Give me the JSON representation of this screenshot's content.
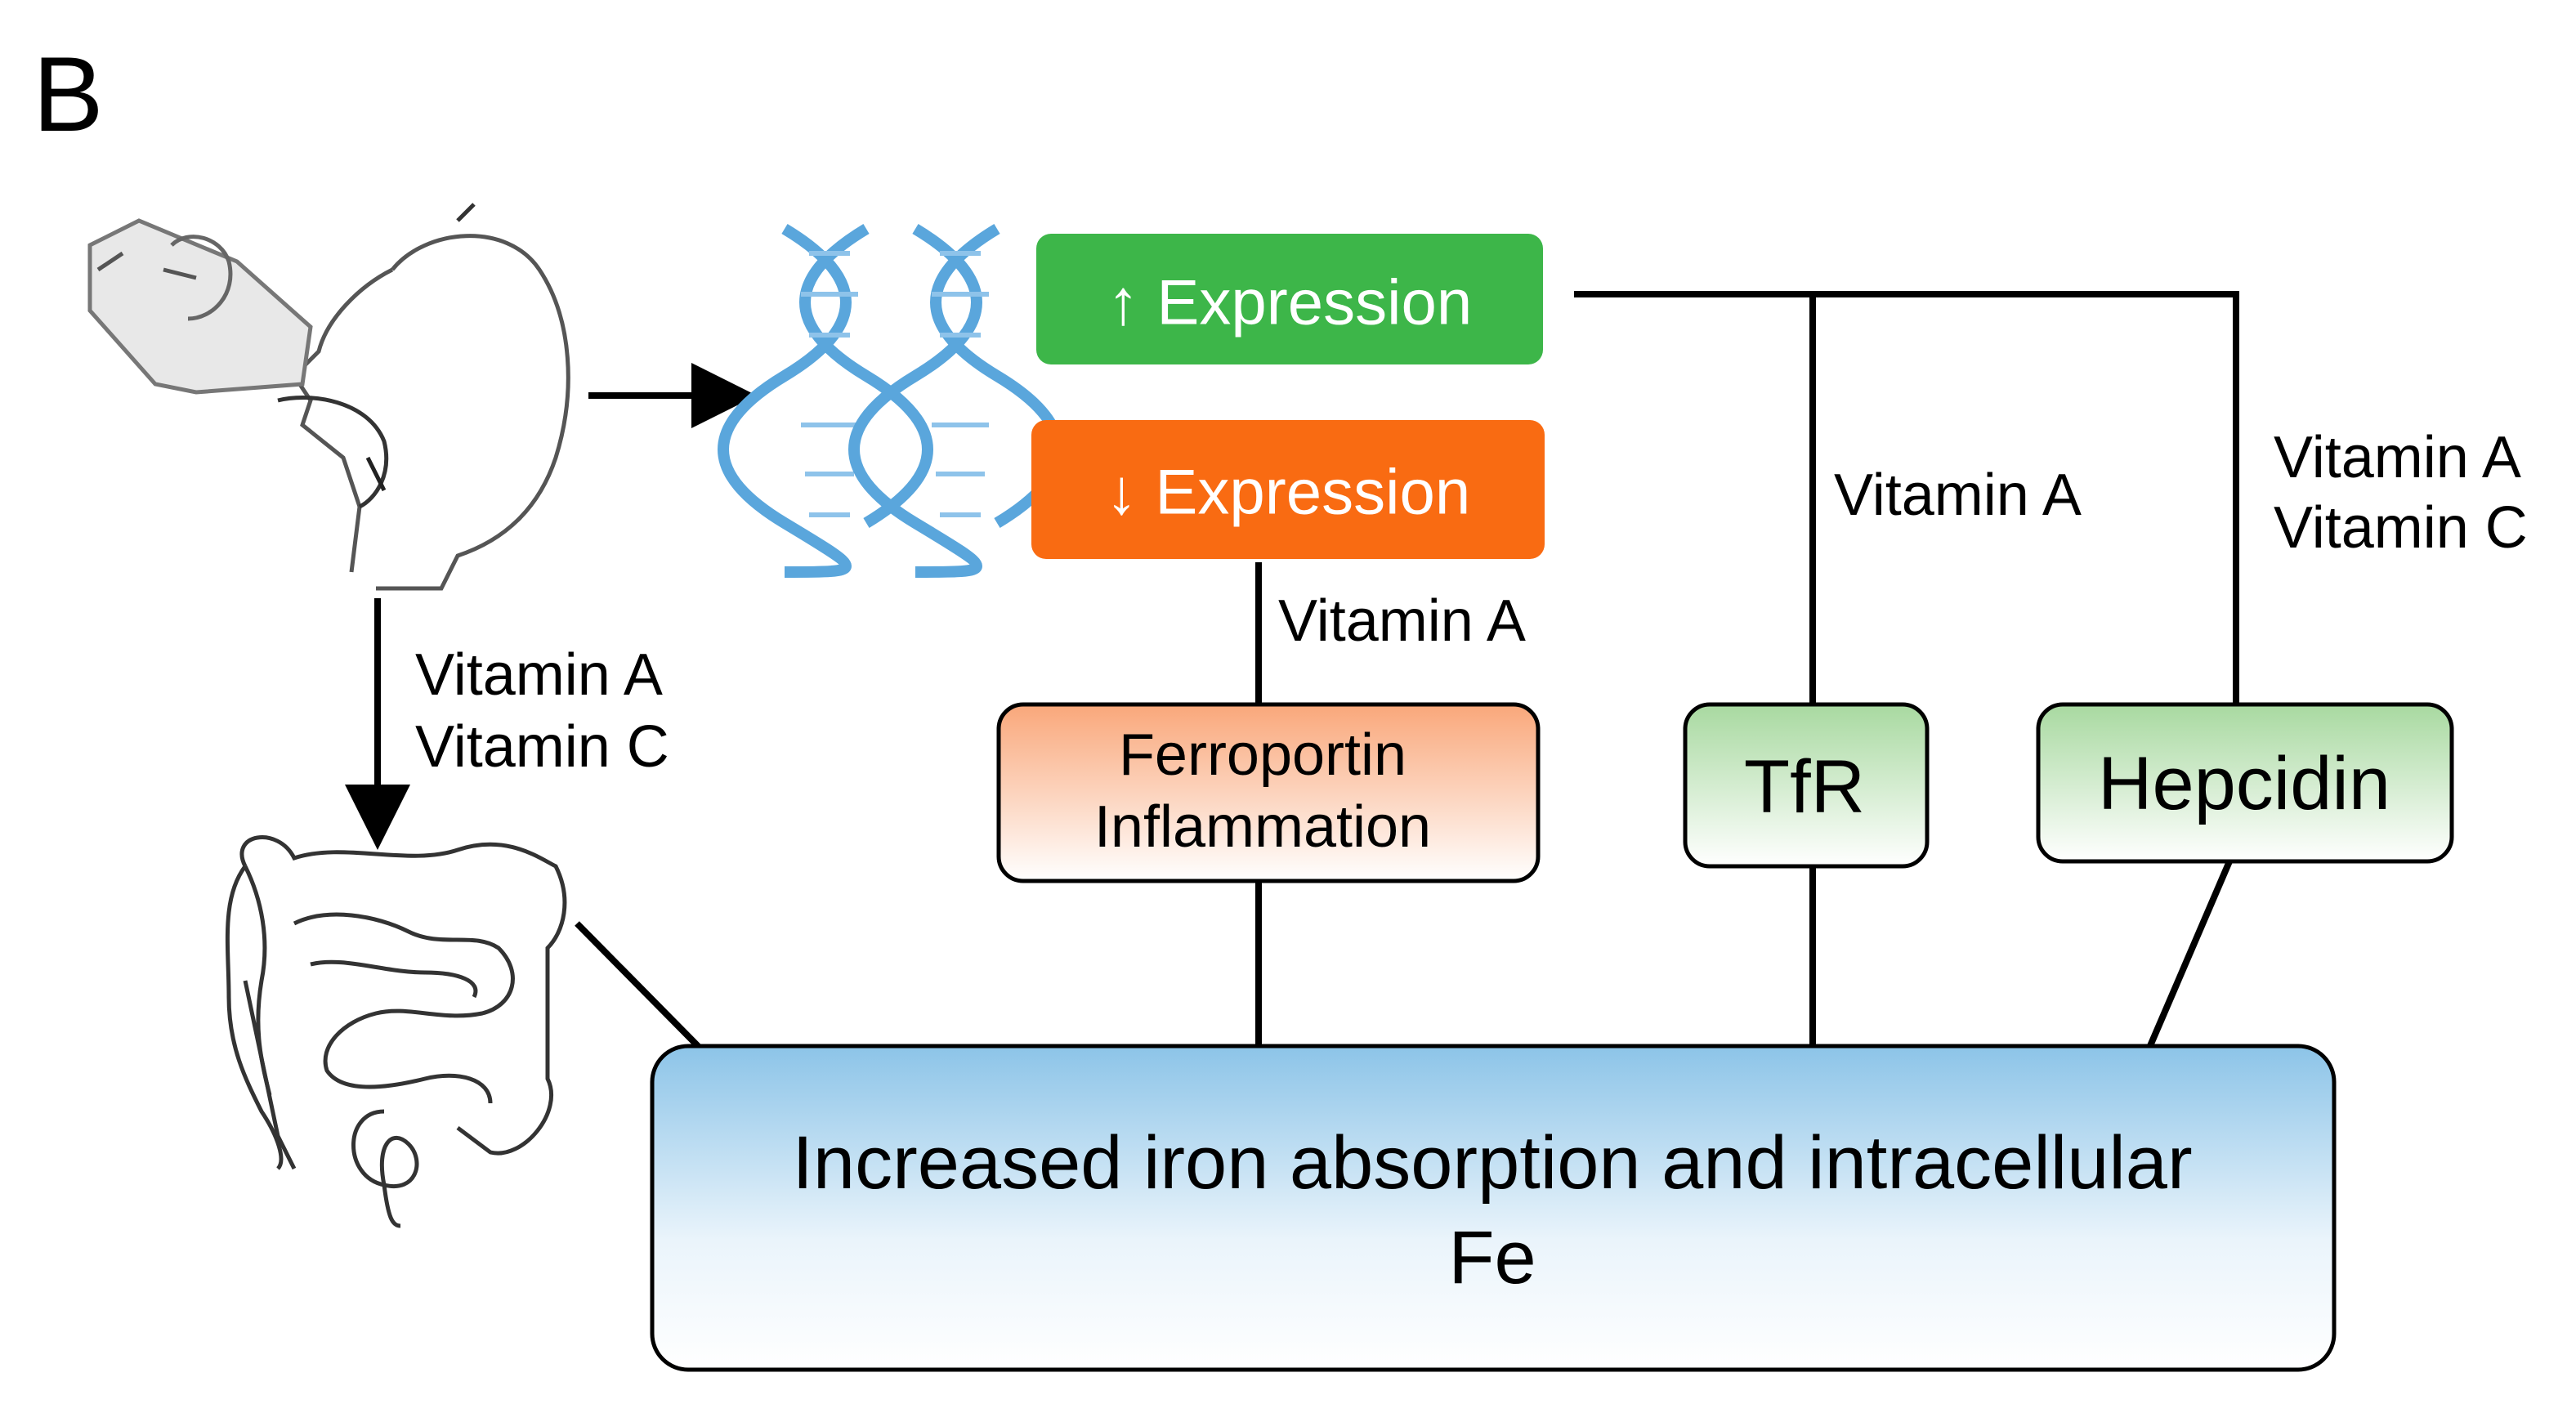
{
  "panel_letter": "B",
  "up_expression": "↑ Expression",
  "down_expression": "↓ Expression",
  "labels": {
    "gut_vitamins": [
      "Vitamin A",
      "Vitamin C"
    ],
    "ferroportin_vitamin": "Vitamin A",
    "tfr_vitamin": "Vitamin A",
    "hepcidin_vitamins": [
      "Vitamin A",
      "Vitamin C"
    ]
  },
  "nodes": {
    "ferroportin": [
      "Ferroportin",
      "Inflammation"
    ],
    "tfr": "TfR",
    "hepcidin": "Hepcidin"
  },
  "outcome": [
    "Increased iron absorption and intracellular",
    "Fe"
  ],
  "colors": {
    "up_box": "#3db649",
    "down_box": "#f96b12",
    "ferroportin_fill_top": "#f9a77a",
    "green_node_fill_top": "#a8d9a0",
    "outcome_fill_top": "#8cc4e8",
    "dna": "#5aa6dc"
  },
  "icons": [
    "person-drinking-icon",
    "dna-icon",
    "intestine-icon"
  ]
}
